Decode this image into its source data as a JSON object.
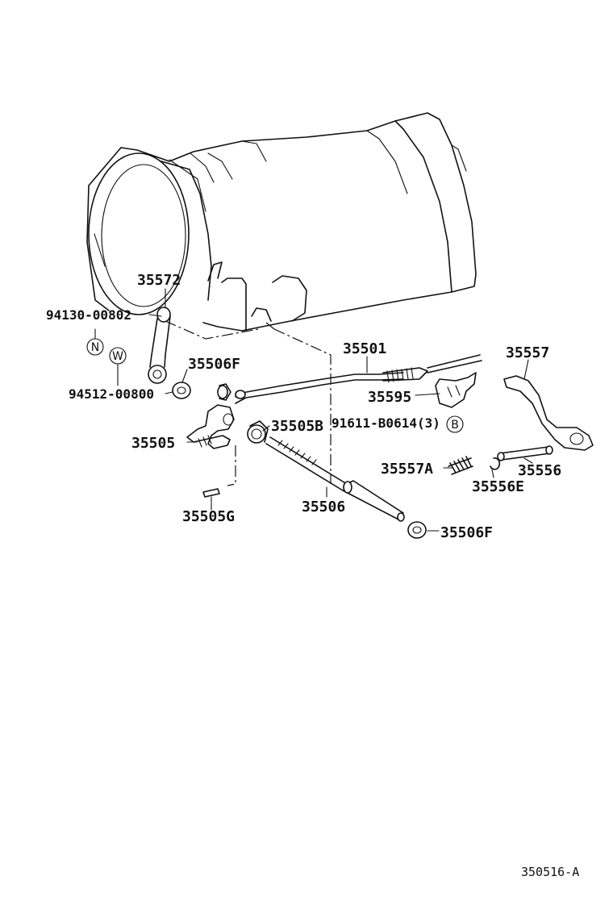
{
  "labels": {
    "p35572": "35572",
    "p94130": "94130-00802",
    "p35506F_top": "35506F",
    "p94512": "94512-00800",
    "p35501": "35501",
    "p35557": "35557",
    "p35595": "35595",
    "p91611": "91611-B0614(3)",
    "p35505": "35505",
    "p35505B": "35505B",
    "p35557A": "35557A",
    "p35556": "35556",
    "p35556E": "35556E",
    "p35505G": "35505G",
    "p35506": "35506",
    "p35506F_bot": "35506F"
  },
  "symbols": {
    "n": "N",
    "w": "W",
    "b": "B"
  },
  "reference": "350516-A"
}
